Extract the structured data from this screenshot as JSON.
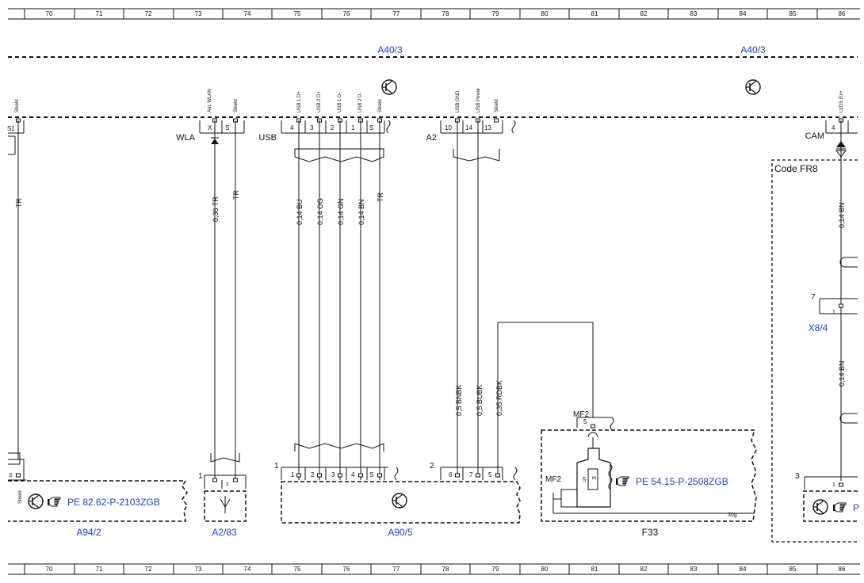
{
  "ruler": {
    "top": [
      "70",
      "71",
      "72",
      "73",
      "74",
      "75",
      "76",
      "77",
      "78",
      "79",
      "80",
      "81",
      "82",
      "83",
      "84",
      "85",
      "86"
    ],
    "bottom": [
      "70",
      "71",
      "72",
      "73",
      "74",
      "75",
      "76",
      "77",
      "78",
      "79",
      "80",
      "81",
      "82",
      "83",
      "84",
      "85",
      "86"
    ]
  },
  "components": {
    "a40_left": "A40/3",
    "a40_right": "A40/3",
    "a94": "A94/2",
    "a2_83": "A2/83",
    "a90_5": "A90/5",
    "f33": "F33",
    "x8_4": "X8/4",
    "code_fr8": "Code FR8"
  },
  "connectors": {
    "wla": "WLA",
    "usb": "USB",
    "a2": "A2",
    "cam": "CAM",
    "mf2_top": "MF2",
    "mf2_left": "MF2",
    "c1": "1",
    "c2": "2",
    "c3": "3",
    "c7": "7",
    "a2_83_pin": "1"
  },
  "pin_labels": {
    "shield_left": "Shield",
    "ant_wlan": "Ant. WLAN",
    "shield_wla": "Shield",
    "usb1_dp": "USB 1 D+",
    "usb2_dp": "USB 2 D+",
    "usb1_dm": "USB 1 D-",
    "usb2_dm": "USB 2 D-",
    "shield_usb": "Shield",
    "usb_gnd": "USB GND",
    "usb_power": "USB Power",
    "shield_a2": "Shield",
    "lvds_rx": "LVDS Rx+"
  },
  "pin_numbers": {
    "s1_cut": "S1",
    "wla_x": "X",
    "wla_s": "S",
    "usb_4": "4",
    "usb_3": "3",
    "usb_2": "2",
    "usb_1": "1",
    "usb_s": "S",
    "a2_10": "10",
    "a2_14": "14",
    "a2_13": "13",
    "cam_4": "4",
    "a94_s": "S",
    "a94_shield": "Shield",
    "a2_83_1": "1",
    "a2_83_s": "s",
    "a90_1": "1",
    "a90_2": "2",
    "a90_3": "3",
    "a90_4": "4",
    "a90_s": "S",
    "b_6": "6",
    "b_7": "7",
    "b_5": "5",
    "mf2_5": "5",
    "fuse_5": "5",
    "fuse_rating": "5",
    "ground": "30g",
    "x8_pin": "1",
    "c3_pin": "1"
  },
  "wires": {
    "w_tr_left": "TR",
    "w_036tr": "0,36 TR",
    "w_tr2": "TR",
    "w_bu": "0,14 BU",
    "w_og": "0,14 OG",
    "w_gn": "0,14 GN",
    "w_bn": "0,14 BN",
    "w_tr3": "TR",
    "w_bnbk": "0,5 BNBK",
    "w_bubk": "0,5 BUBK",
    "w_rdbk": "0,35 RDBK",
    "w_bn_cam": "0,14 BN",
    "w_bn_cam2": "0,14 BN"
  },
  "references": {
    "pe_a94": "PE 82.62-P-2103ZGB",
    "pe_f33": "PE 54.15-P-2508ZGB",
    "pe_right_cut": "P"
  },
  "colors": {
    "link": "#1f3fcf",
    "line": "#111111"
  }
}
